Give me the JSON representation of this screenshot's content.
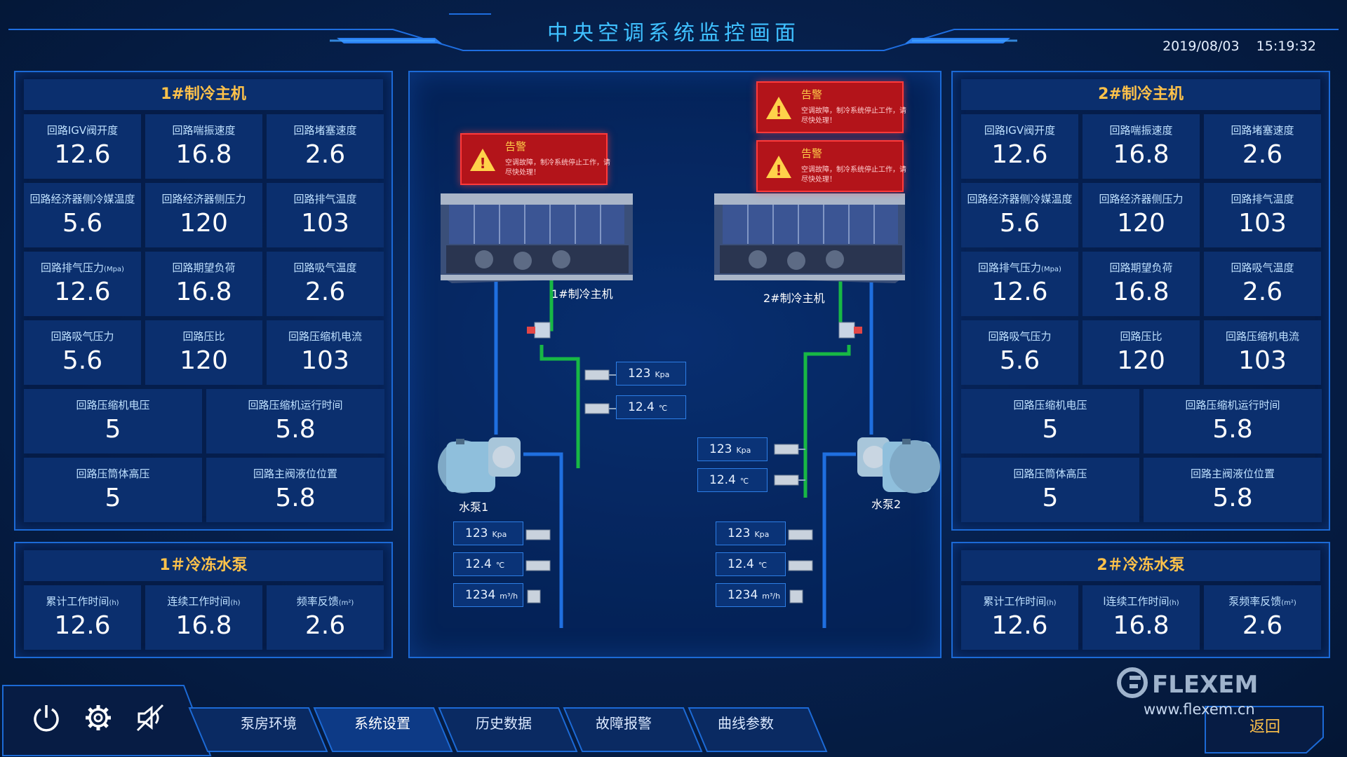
{
  "header": {
    "title": "中央空调系统监控画面",
    "date": "2019/08/03",
    "time": "15:19:32"
  },
  "chiller1": {
    "title": "1#制冷主机",
    "cells": [
      {
        "label": "回路IGV阀开度",
        "value": "12.6"
      },
      {
        "label": "回路喘振速度",
        "value": "16.8"
      },
      {
        "label": "回路堵塞速度",
        "value": "2.6"
      },
      {
        "label": "回路经济器侧冷媒温度",
        "value": "5.6"
      },
      {
        "label": "回路经济器侧压力",
        "value": "120"
      },
      {
        "label": "回路排气温度",
        "value": "103"
      },
      {
        "label": "回路排气压力",
        "unit": "(Mpa)",
        "value": "12.6"
      },
      {
        "label": "回路期望负荷",
        "value": "16.8"
      },
      {
        "label": "回路吸气温度",
        "value": "2.6"
      },
      {
        "label": "回路吸气压力",
        "value": "5.6"
      },
      {
        "label": "回路压比",
        "value": "120"
      },
      {
        "label": "回路压缩机电流",
        "value": "103"
      },
      {
        "label": "回路压缩机电压",
        "value": "5"
      },
      {
        "label": "回路压缩机运行时间",
        "value": "5.8"
      },
      {
        "label": "回路压筒体高压",
        "value": "5"
      },
      {
        "label": "回路主阀液位位置",
        "value": "5.8"
      }
    ]
  },
  "chiller2": {
    "title": "2#制冷主机",
    "cells": [
      {
        "label": "回路IGV阀开度",
        "value": "12.6"
      },
      {
        "label": "回路喘振速度",
        "value": "16.8"
      },
      {
        "label": "回路堵塞速度",
        "value": "2.6"
      },
      {
        "label": "回路经济器侧冷媒温度",
        "value": "5.6"
      },
      {
        "label": "回路经济器侧压力",
        "value": "120"
      },
      {
        "label": "回路排气温度",
        "value": "103"
      },
      {
        "label": "回路排气压力",
        "unit": "(Mpa)",
        "value": "12.6"
      },
      {
        "label": "回路期望负荷",
        "value": "16.8"
      },
      {
        "label": "回路吸气温度",
        "value": "2.6"
      },
      {
        "label": "回路吸气压力",
        "value": "5.6"
      },
      {
        "label": "回路压比",
        "value": "120"
      },
      {
        "label": "回路压缩机电流",
        "value": "103"
      },
      {
        "label": "回路压缩机电压",
        "value": "5"
      },
      {
        "label": "回路压缩机运行时间",
        "value": "5.8"
      },
      {
        "label": "回路压筒体高压",
        "value": "5"
      },
      {
        "label": "回路主阀液位位置",
        "value": "5.8"
      }
    ]
  },
  "pump1": {
    "title": "1＃冷冻水泵",
    "cells": [
      {
        "label": "累计工作时间",
        "unit": "(h)",
        "value": "12.6"
      },
      {
        "label": "连续工作时间",
        "unit": "(h)",
        "value": "16.8"
      },
      {
        "label": "频率反馈",
        "unit": "(m²)",
        "value": "2.6"
      }
    ]
  },
  "pump2": {
    "title": "2＃冷冻水泵",
    "cells": [
      {
        "label": "累计工作时间",
        "unit": "(h)",
        "value": "12.6"
      },
      {
        "label": "l连续工作时间",
        "unit": "(h)",
        "value": "16.8"
      },
      {
        "label": "泵频率反馈",
        "unit": "(m²)",
        "value": "2.6"
      }
    ]
  },
  "center": {
    "chiller1_label": "1#制冷主机",
    "chiller2_label": "2#制冷主机",
    "pump1_label": "水泵1",
    "pump2_label": "水泵2",
    "alarms": [
      {
        "title": "告警",
        "text": "空调故障，制冷系统停止工作，请尽快处理！"
      },
      {
        "title": "告警",
        "text": "空调故障，制冷系统停止工作，请尽快处理！"
      },
      {
        "title": "告警",
        "text": "空调故障，制冷系统停止工作，请尽快处理！"
      }
    ],
    "readouts": {
      "c1_pressure": {
        "value": "123",
        "unit": "Kpa"
      },
      "c1_temp": {
        "value": "12.4",
        "unit": "℃"
      },
      "c2_pressure": {
        "value": "123",
        "unit": "Kpa"
      },
      "c2_temp": {
        "value": "12.4",
        "unit": "℃"
      },
      "p1_pressure": {
        "value": "123",
        "unit": "Kpa"
      },
      "p1_temp": {
        "value": "12.4",
        "unit": "℃"
      },
      "p1_flow": {
        "value": "1234",
        "unit": "m³/h"
      },
      "p2_pressure": {
        "value": "123",
        "unit": "Kpa"
      },
      "p2_temp": {
        "value": "12.4",
        "unit": "℃"
      },
      "p2_flow": {
        "value": "1234",
        "unit": "m³/h"
      }
    }
  },
  "nav": {
    "tabs": [
      "泵房环境",
      "系统设置",
      "历史数据",
      "故障报警",
      "曲线参数"
    ],
    "active": "系统设置",
    "icons": [
      "power-icon",
      "gear-icon",
      "mute-icon"
    ]
  },
  "brand": {
    "name": "FLEXEM",
    "url": "www.flexem.cn"
  },
  "back_label": "返回",
  "colors": {
    "accent": "#3fc0ff",
    "title_yellow": "#ffc24a",
    "supply_pipe": "#1f6fe0",
    "return_pipe": "#18b845",
    "alarm_red": "#b3141a"
  }
}
